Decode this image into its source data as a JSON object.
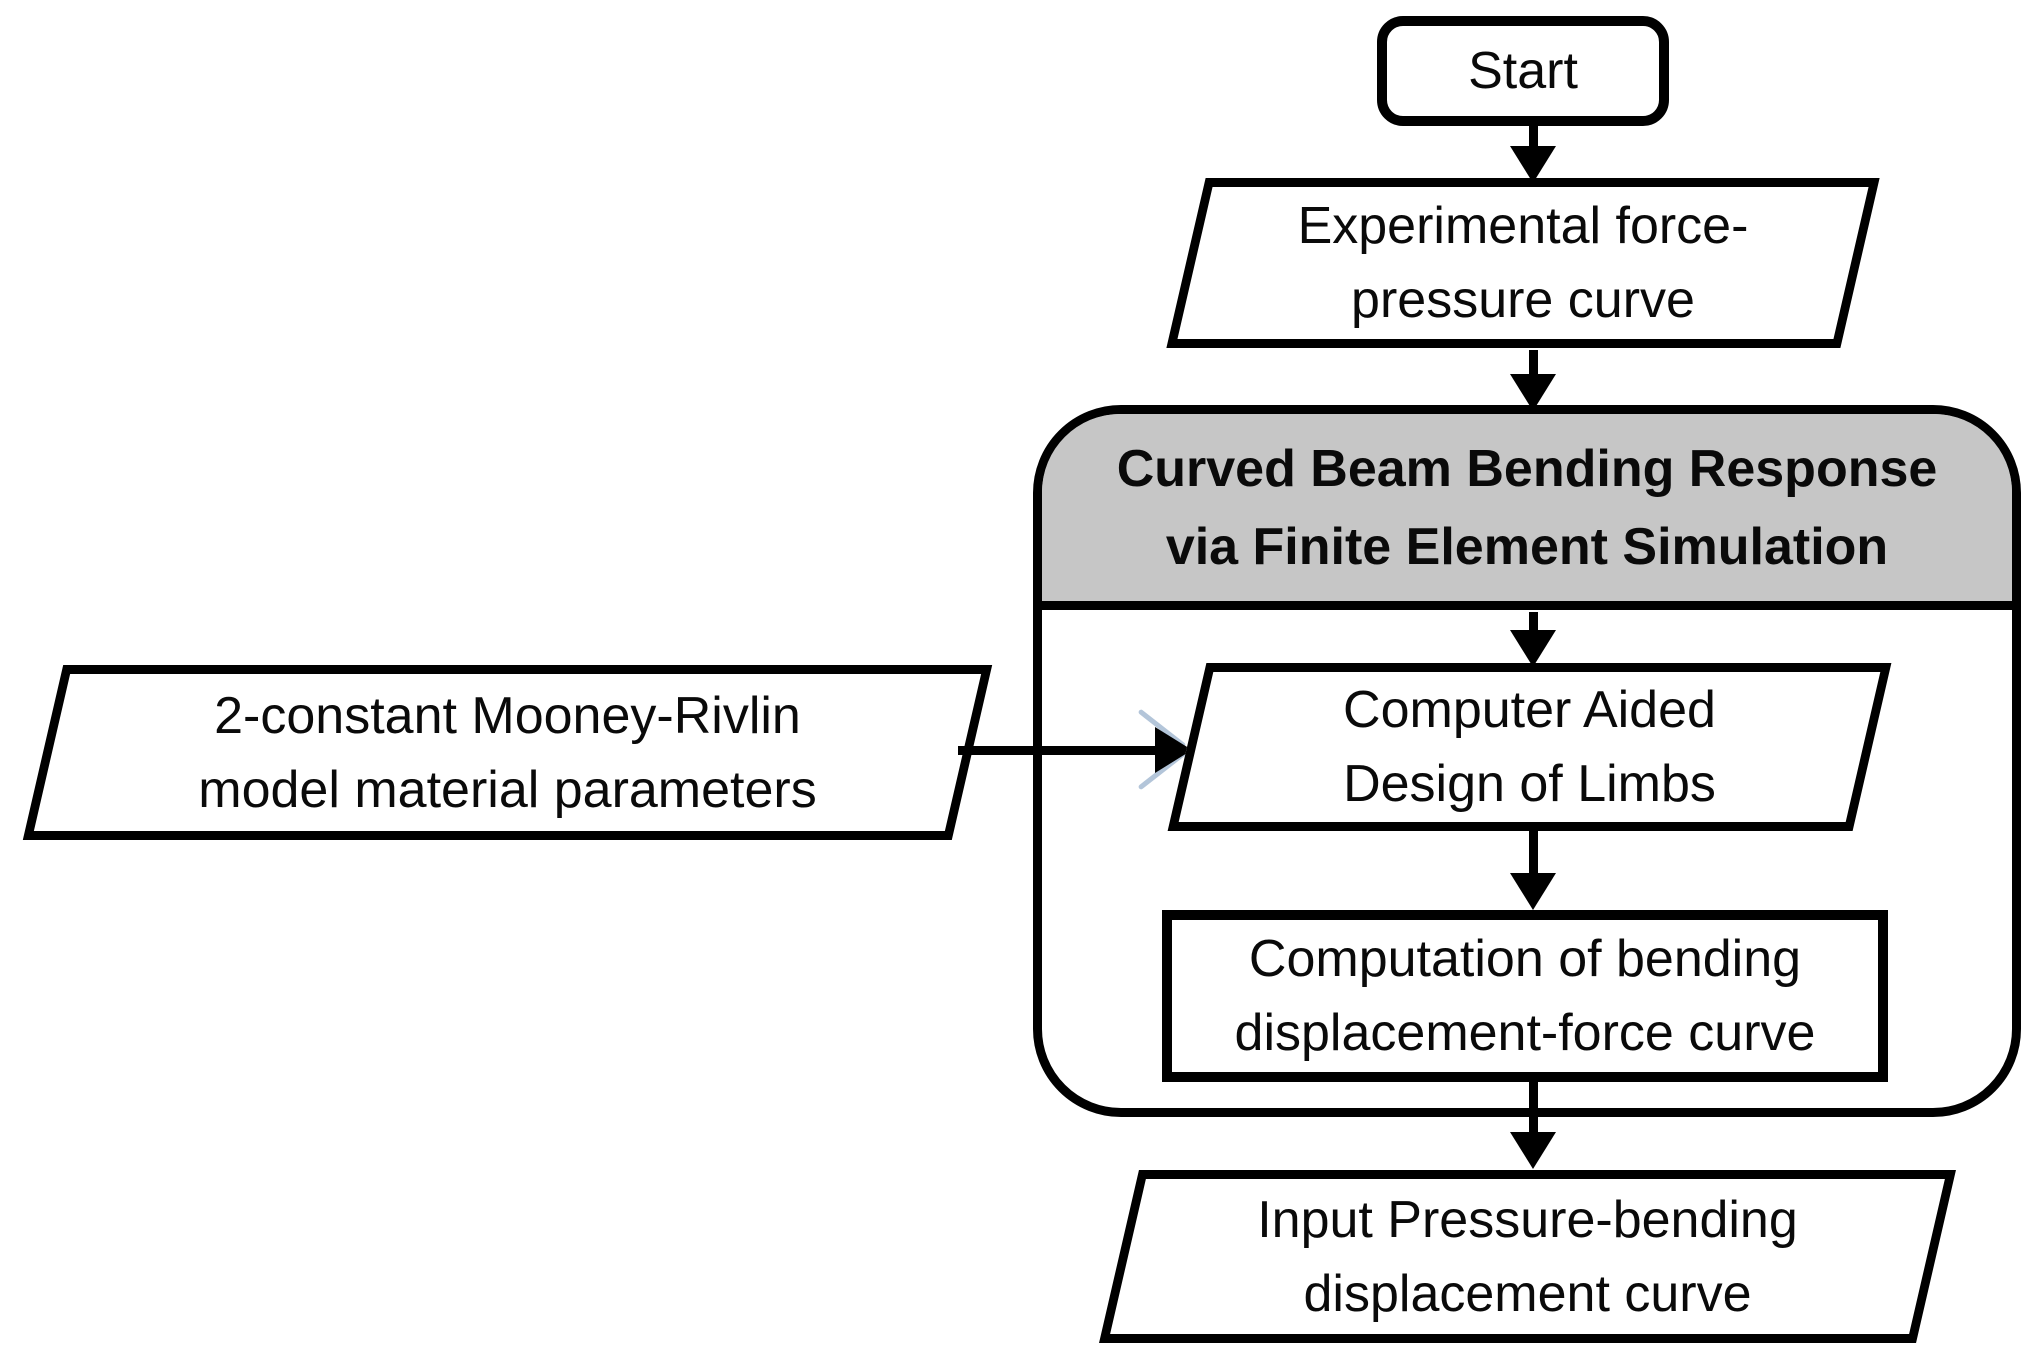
{
  "diagram": {
    "title": "Curved beam bending response flowchart",
    "nodes": {
      "start": {
        "label": "Start",
        "shape": "rounded-rectangle"
      },
      "experimental": {
        "line1": "Experimental force-",
        "line2": "pressure curve",
        "shape": "parallelogram"
      },
      "group_header": {
        "line1": "Curved Beam Bending Response",
        "line2": "via Finite Element Simulation",
        "shape": "rounded-group-header"
      },
      "material": {
        "line1": "2-constant Mooney-Rivlin",
        "line2": "model material parameters",
        "shape": "parallelogram"
      },
      "cad": {
        "line1": "Computer Aided",
        "line2": "Design of Limbs",
        "shape": "parallelogram"
      },
      "computation": {
        "line1": "Computation of bending",
        "line2": "displacement-force curve",
        "shape": "rectangle"
      },
      "output": {
        "line1": "Input Pressure-bending",
        "line2": "displacement curve",
        "shape": "parallelogram"
      }
    },
    "edges": [
      {
        "from": "start",
        "to": "experimental",
        "direction": "down"
      },
      {
        "from": "experimental",
        "to": "group",
        "direction": "down"
      },
      {
        "from": "group_header",
        "to": "cad",
        "direction": "down"
      },
      {
        "from": "material",
        "to": "cad",
        "direction": "right"
      },
      {
        "from": "cad",
        "to": "computation",
        "direction": "down"
      },
      {
        "from": "computation",
        "to": "output",
        "direction": "down"
      }
    ],
    "colors": {
      "stroke": "#000000",
      "header_fill": "#c6c6c6",
      "background": "#ffffff",
      "chevron_accent": "#a6bbd2"
    }
  }
}
